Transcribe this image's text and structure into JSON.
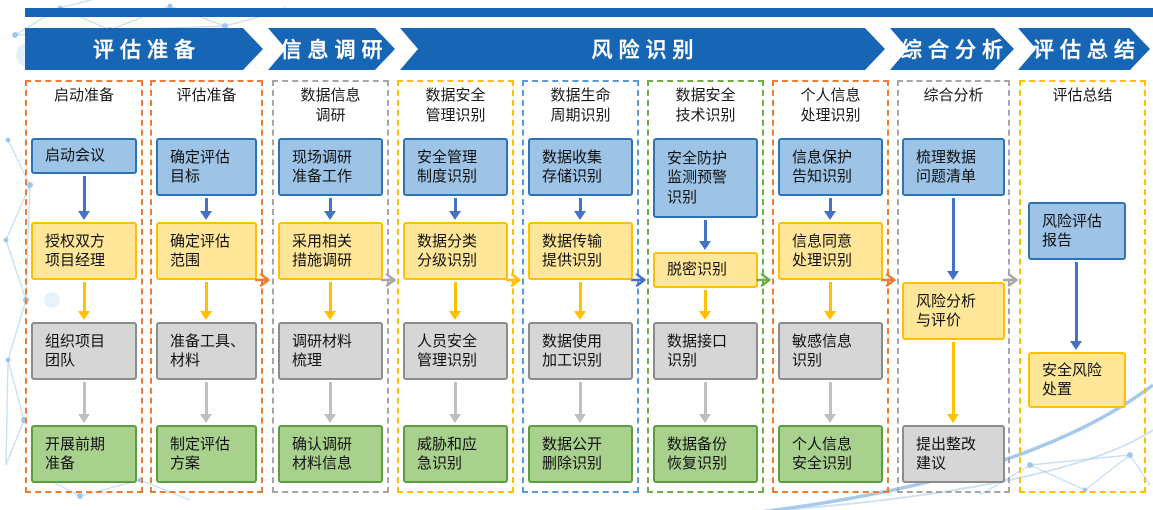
{
  "banner": {
    "stages": [
      {
        "label": "评估准备"
      },
      {
        "label": "信息调研"
      },
      {
        "label": "风险识别"
      },
      {
        "label": "综合分析"
      },
      {
        "label": "评估总结"
      }
    ]
  },
  "columns": [
    {
      "title": "启动准备",
      "accent": "#ED7D31",
      "boxes": [
        {
          "type": "blue",
          "label": "启动会议"
        },
        {
          "type": "yellow",
          "label": "授权双方\n项目经理"
        },
        {
          "type": "gray",
          "label": "组织项目\n团队"
        },
        {
          "type": "green",
          "label": "开展前期\n准备"
        }
      ]
    },
    {
      "title": "评估准备",
      "accent": "#ED7D31",
      "boxes": [
        {
          "type": "blue",
          "label": "确定评估\n目标"
        },
        {
          "type": "yellow",
          "label": "确定评估\n范围"
        },
        {
          "type": "gray",
          "label": "准备工具、\n材料"
        },
        {
          "type": "green",
          "label": "制定评估\n方案"
        }
      ]
    },
    {
      "title": "数据信息\n调研",
      "accent": "#A6A6A6",
      "boxes": [
        {
          "type": "blue",
          "label": "现场调研\n准备工作"
        },
        {
          "type": "yellow",
          "label": "采用相关\n措施调研"
        },
        {
          "type": "gray",
          "label": "调研材料\n梳理"
        },
        {
          "type": "green",
          "label": "确认调研\n材料信息"
        }
      ]
    },
    {
      "title": "数据安全\n管理识别",
      "accent": "#FFC000",
      "boxes": [
        {
          "type": "blue",
          "label": "安全管理\n制度识别"
        },
        {
          "type": "yellow",
          "label": "数据分类\n分级识别"
        },
        {
          "type": "gray",
          "label": "人员安全\n管理识别"
        },
        {
          "type": "green",
          "label": "威胁和应\n急识别"
        }
      ]
    },
    {
      "title": "数据生命\n周期识别",
      "accent": "#5B9BD5",
      "boxes": [
        {
          "type": "blue",
          "label": "数据收集\n存储识别"
        },
        {
          "type": "yellow",
          "label": "数据传输\n提供识别"
        },
        {
          "type": "gray",
          "label": "数据使用\n加工识别"
        },
        {
          "type": "green",
          "label": "数据公开\n删除识别"
        }
      ]
    },
    {
      "title": "数据安全\n技术识别",
      "accent": "#70AD47",
      "boxes": [
        {
          "type": "blue",
          "label": "安全防护\n监测预警\n识别"
        },
        {
          "type": "yellow",
          "label": "脱密识别"
        },
        {
          "type": "gray",
          "label": "数据接口\n识别"
        },
        {
          "type": "green",
          "label": "数据备份\n恢复识别"
        }
      ]
    },
    {
      "title": "个人信息\n处理识别",
      "accent": "#ED7D31",
      "boxes": [
        {
          "type": "blue",
          "label": "信息保护\n告知识别"
        },
        {
          "type": "yellow",
          "label": "信息同意\n处理识别"
        },
        {
          "type": "gray",
          "label": "敏感信息\n识别"
        },
        {
          "type": "green",
          "label": "个人信息\n安全识别"
        }
      ]
    },
    {
      "title": "综合分析",
      "accent": "#A6A6A6",
      "boxes": [
        {
          "type": "blue",
          "label": "梳理数据\n问题清单"
        },
        {
          "type": "yellow",
          "label": "风险分析\n与评价"
        },
        {
          "type": "gray",
          "label": "提出整改\n建议"
        }
      ]
    },
    {
      "title": "评估总结",
      "accent": "#FFC000",
      "boxes": [
        {
          "type": "blue",
          "label": "风险评估\n报告"
        },
        {
          "type": "yellow",
          "label": "安全风险\n处置"
        }
      ]
    }
  ],
  "connectors": [
    {
      "color": "#ED7D31"
    },
    {
      "color": "#A6A6A6"
    },
    {
      "color": "#FFC000"
    },
    {
      "color": "#4472C4"
    },
    {
      "color": "#70AD47"
    },
    {
      "color": "#ED7D31"
    },
    {
      "color": "#A6A6A6"
    }
  ],
  "palette": {
    "banner_blue": "#1766B5",
    "box_blue_fill": "#9DC3E6",
    "box_blue_border": "#2E74B5",
    "box_yellow_fill": "#FFE699",
    "box_yellow_border": "#FFC000",
    "box_gray_fill": "#D6D6D6",
    "box_gray_border": "#8C8C8C",
    "box_green_fill": "#A9D18E",
    "box_green_border": "#5E9C41",
    "arrow_blue": "#4472C4",
    "arrow_yellow": "#FFC000",
    "arrow_gray": "#BFBFBF"
  }
}
